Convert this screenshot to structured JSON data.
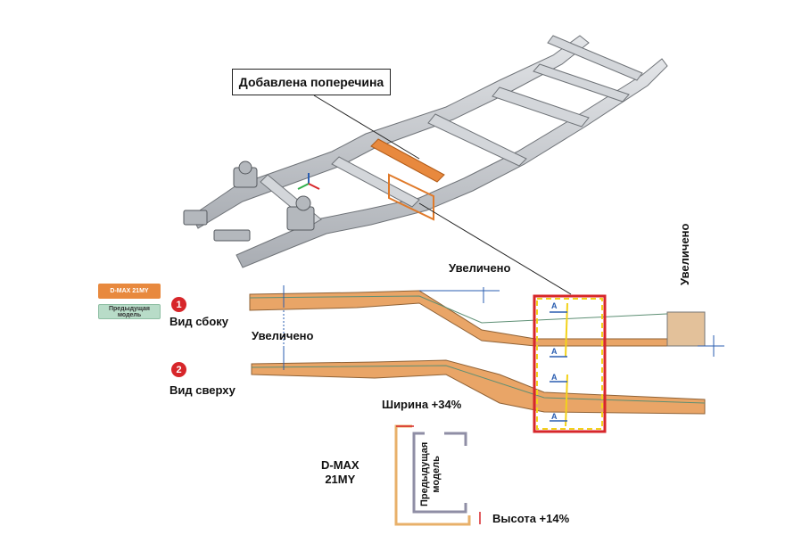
{
  "callout": {
    "text": "Добавлена поперечина"
  },
  "legend": {
    "dmax": "D-MAX 21MY",
    "prev_line1": "Предыдущая",
    "prev_line2": "модель"
  },
  "views": {
    "side": {
      "number": "1",
      "label": "Вид сбоку"
    },
    "top": {
      "number": "2",
      "label": "Вид сверху"
    }
  },
  "annotations": {
    "increased_top": "Увеличено",
    "increased_left": "Увеличено",
    "increased_right": "Увеличено",
    "section_marker": "A"
  },
  "cross_section": {
    "width_label": "Ширина +34%",
    "height_label": "Высота +14%",
    "dmax_line1": "D-MAX",
    "dmax_line2": "21MY",
    "prev_line1": "Предыдущая",
    "prev_line2": "модель"
  },
  "colors": {
    "dmax_orange": "#e8893e",
    "prev_green": "#b8dcc8",
    "highlight_red": "#d7262a",
    "highlight_yellow": "#f2d21b",
    "arrow_blue": "#2a5db0",
    "frame_grey": "#c9ccd1"
  }
}
